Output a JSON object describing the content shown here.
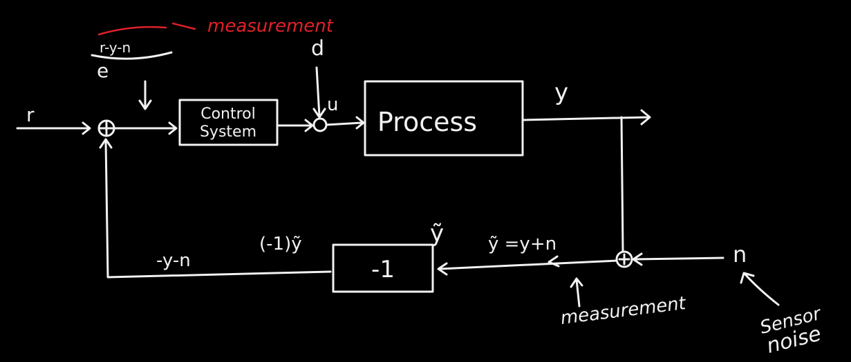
{
  "colors": {
    "background": "#000000",
    "ink": "#f2f2f2",
    "annotation": "#e0202a"
  },
  "labels": {
    "r": "r",
    "error_expr": "r-y-n",
    "e": "e",
    "measurement_red": "measurement",
    "d": "d",
    "u": "u",
    "y": "y",
    "controller": [
      "Control",
      "System"
    ],
    "process": "Process",
    "feedback_gain": "-1",
    "neg_y_n": "-y-n",
    "neg_y_tilde": "(-1)ỹ",
    "y_tilde": "ỹ",
    "y_tilde_eq": "ỹ =y+n",
    "n": "n",
    "measurement": "measurement",
    "sensor_noise": [
      "Sensor",
      "noise"
    ]
  }
}
